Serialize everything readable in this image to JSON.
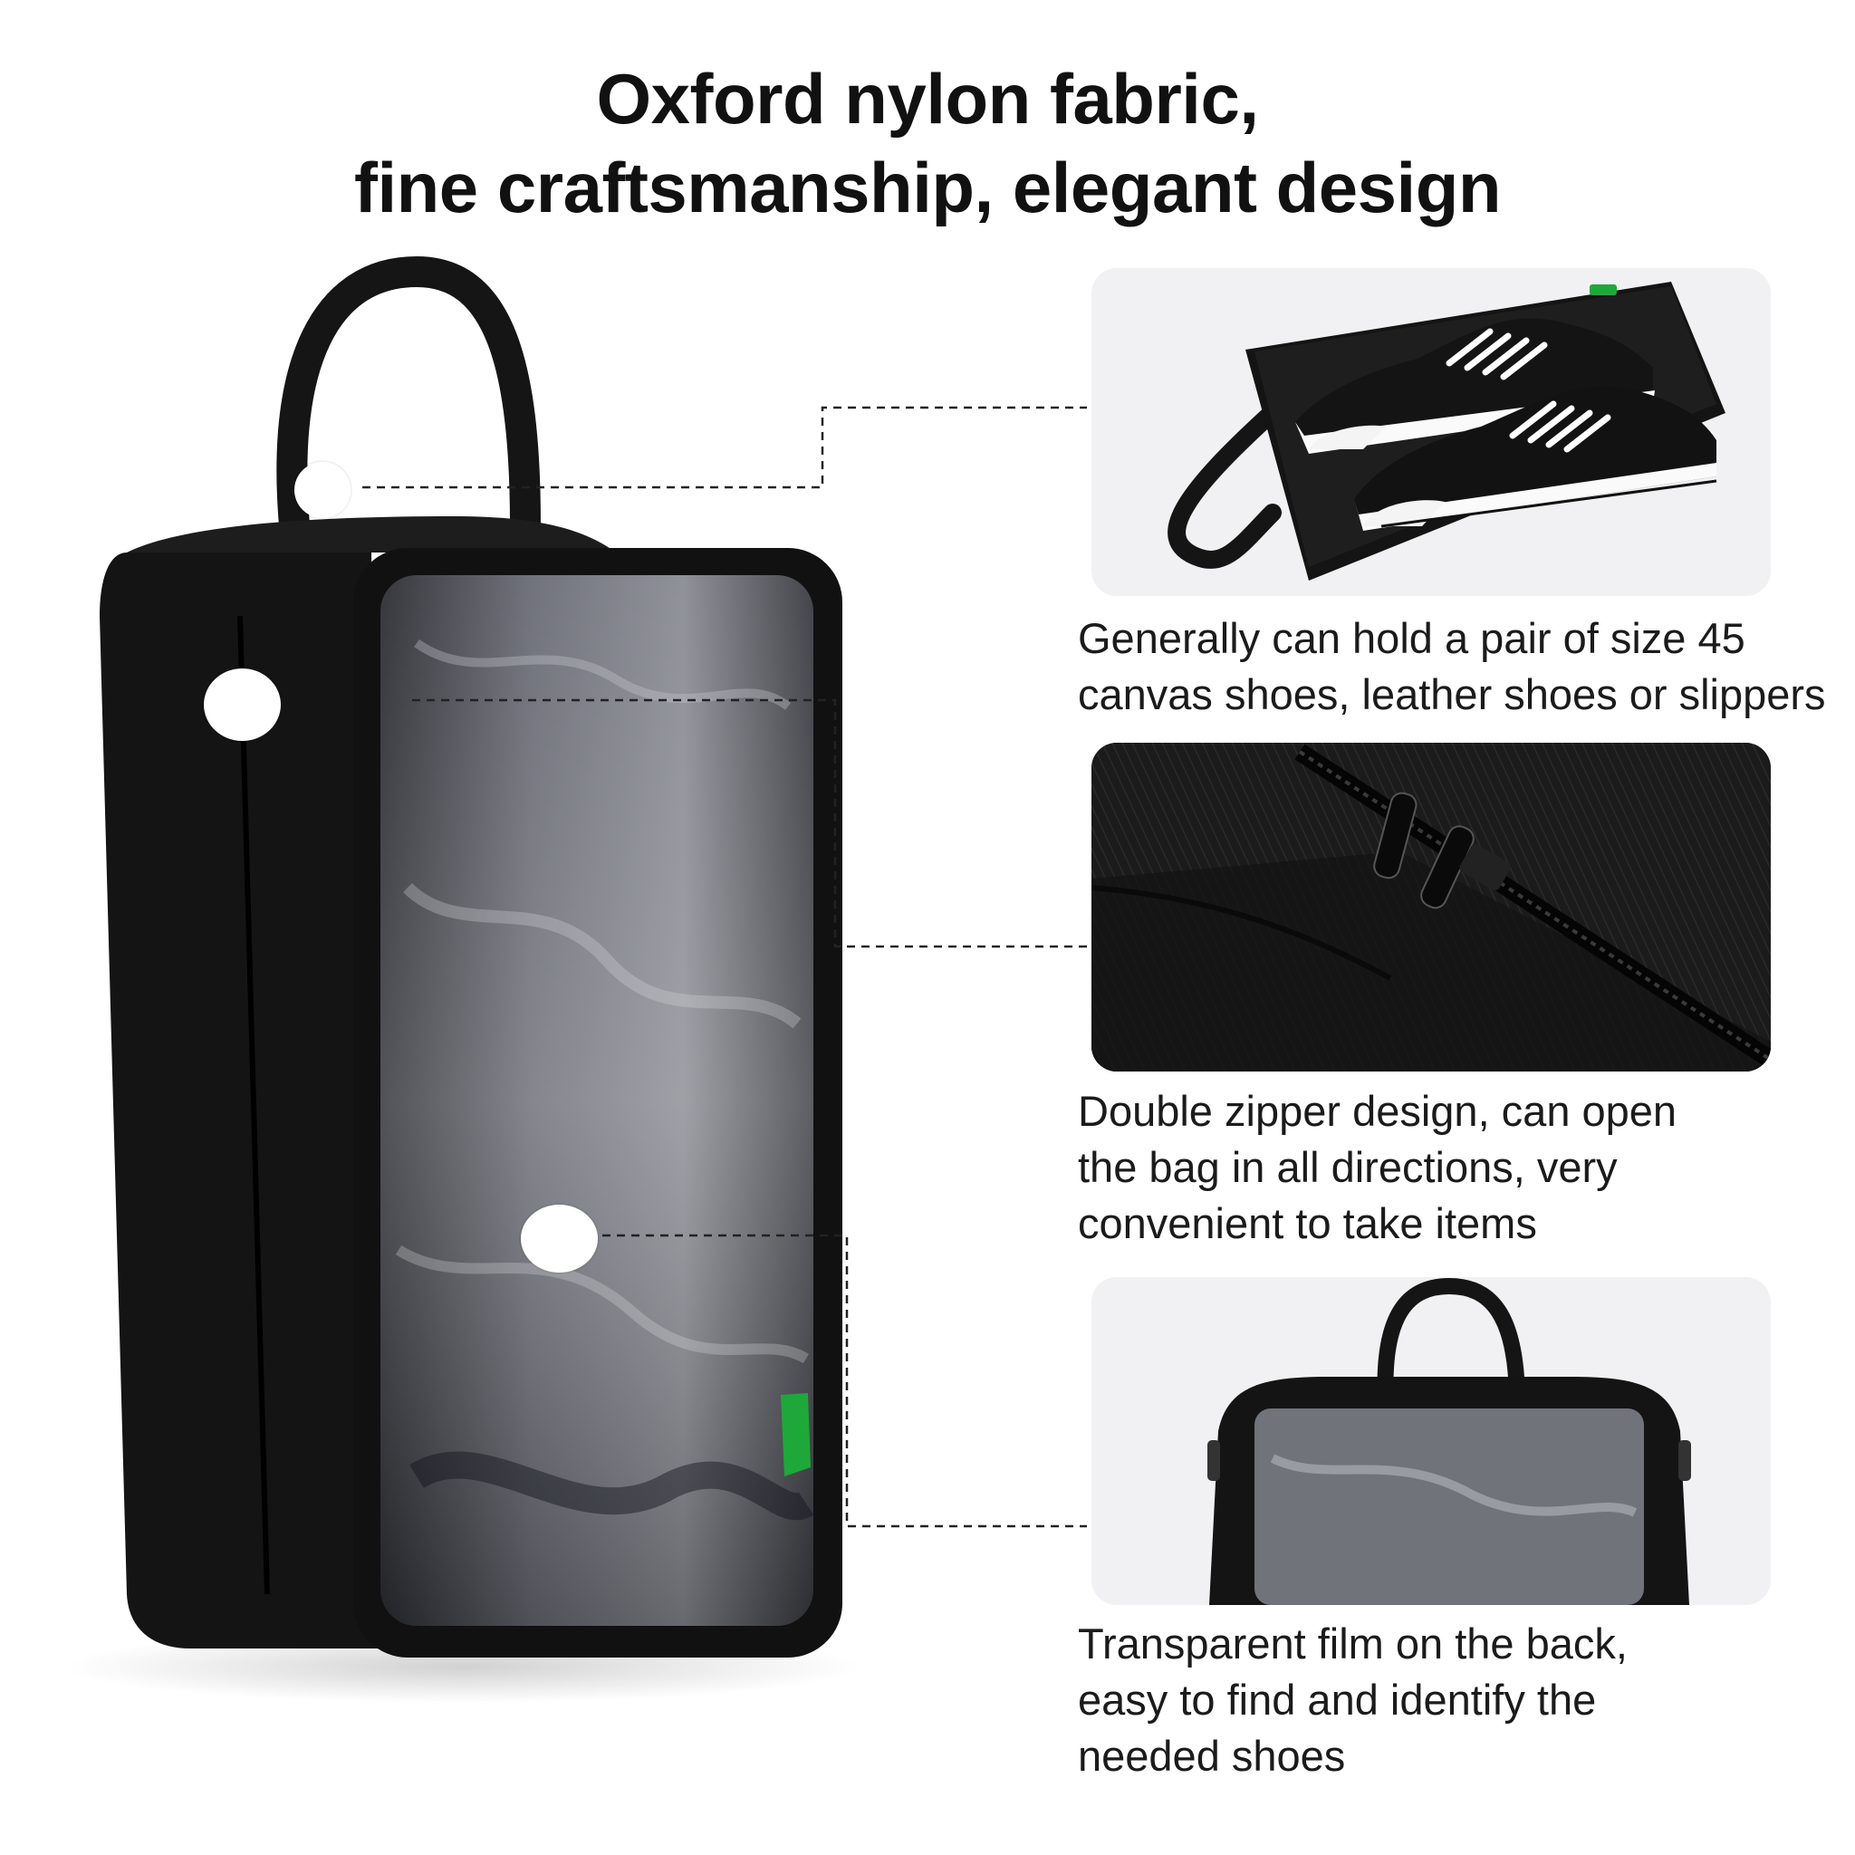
{
  "headline": {
    "line1": "Oxford nylon fabric,",
    "line2": "fine craftsmanship, elegant design"
  },
  "features": [
    {
      "icon": "shoes-in-open-bag-icon",
      "lines": [
        "Generally can hold a pair of size 45",
        "canvas shoes, leather shoes or slippers"
      ]
    },
    {
      "icon": "double-zipper-icon",
      "lines": [
        "Double zipper design, can open",
        "the bag in all directions, very",
        "convenient to take items"
      ]
    },
    {
      "icon": "transparent-window-bag-icon",
      "lines": [
        "Transparent film on the back,",
        "easy to find and identify the",
        "needed shoes"
      ]
    }
  ],
  "colors": {
    "bag": "#151515",
    "film": "#5b5d66",
    "accent_tab": "#1fa83a",
    "leader": "#222222"
  }
}
